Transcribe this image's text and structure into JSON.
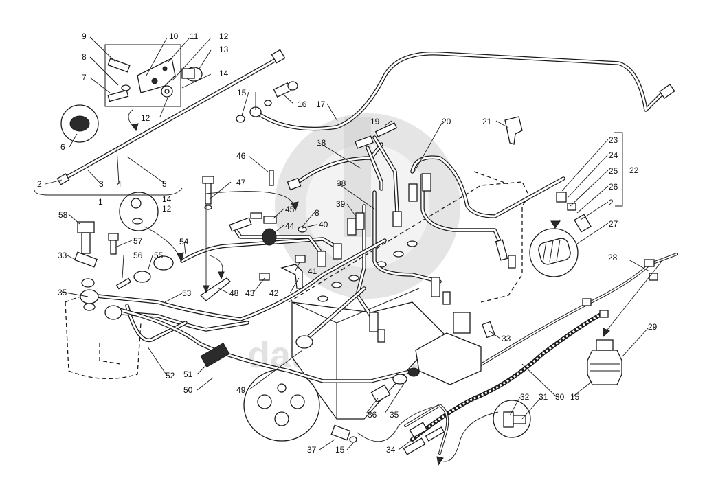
{
  "diagram": {
    "watermark_text": "data-parts",
    "callouts": [
      {
        "id": "c9",
        "text": "9"
      },
      {
        "id": "c10",
        "text": "10"
      },
      {
        "id": "c11",
        "text": "11"
      },
      {
        "id": "c12a",
        "text": "12"
      },
      {
        "id": "c13",
        "text": "13"
      },
      {
        "id": "c8a",
        "text": "8"
      },
      {
        "id": "c14a",
        "text": "14"
      },
      {
        "id": "c7",
        "text": "7"
      },
      {
        "id": "c12b",
        "text": "12"
      },
      {
        "id": "c6",
        "text": "6"
      },
      {
        "id": "c2a",
        "text": "2"
      },
      {
        "id": "c3",
        "text": "3"
      },
      {
        "id": "c4",
        "text": "4"
      },
      {
        "id": "c5",
        "text": "5"
      },
      {
        "id": "c1",
        "text": "1"
      },
      {
        "id": "c15a",
        "text": "15"
      },
      {
        "id": "c16",
        "text": "16"
      },
      {
        "id": "c17",
        "text": "17"
      },
      {
        "id": "c19",
        "text": "19"
      },
      {
        "id": "c20",
        "text": "20"
      },
      {
        "id": "c21",
        "text": "21"
      },
      {
        "id": "c18",
        "text": "18"
      },
      {
        "id": "c23",
        "text": "23"
      },
      {
        "id": "c24",
        "text": "24"
      },
      {
        "id": "c25",
        "text": "25"
      },
      {
        "id": "c22",
        "text": "22"
      },
      {
        "id": "c26",
        "text": "26"
      },
      {
        "id": "c2b",
        "text": "2"
      },
      {
        "id": "c27",
        "text": "27"
      },
      {
        "id": "c46",
        "text": "46"
      },
      {
        "id": "c47",
        "text": "47"
      },
      {
        "id": "c38",
        "text": "38"
      },
      {
        "id": "c14b",
        "text": "14"
      },
      {
        "id": "c12c",
        "text": "12"
      },
      {
        "id": "c45",
        "text": "45"
      },
      {
        "id": "c8b",
        "text": "8"
      },
      {
        "id": "c39",
        "text": "39"
      },
      {
        "id": "c44",
        "text": "44"
      },
      {
        "id": "c40",
        "text": "40"
      },
      {
        "id": "c58",
        "text": "58"
      },
      {
        "id": "c57",
        "text": "57"
      },
      {
        "id": "c54",
        "text": "54"
      },
      {
        "id": "c33a",
        "text": "33"
      },
      {
        "id": "c56",
        "text": "56"
      },
      {
        "id": "c55",
        "text": "55"
      },
      {
        "id": "c41",
        "text": "41"
      },
      {
        "id": "c35a",
        "text": "35"
      },
      {
        "id": "c43",
        "text": "43"
      },
      {
        "id": "c42",
        "text": "42"
      },
      {
        "id": "c48",
        "text": "48"
      },
      {
        "id": "c53",
        "text": "53"
      },
      {
        "id": "c28",
        "text": "28"
      },
      {
        "id": "c29",
        "text": "29"
      },
      {
        "id": "c33b",
        "text": "33"
      },
      {
        "id": "c52",
        "text": "52"
      },
      {
        "id": "c51",
        "text": "51"
      },
      {
        "id": "c50",
        "text": "50"
      },
      {
        "id": "c49",
        "text": "49"
      },
      {
        "id": "c32",
        "text": "32"
      },
      {
        "id": "c31",
        "text": "31"
      },
      {
        "id": "c30",
        "text": "30"
      },
      {
        "id": "c15b",
        "text": "15"
      },
      {
        "id": "c36",
        "text": "36"
      },
      {
        "id": "c35b",
        "text": "35"
      },
      {
        "id": "c37",
        "text": "37"
      },
      {
        "id": "c15c",
        "text": "15"
      },
      {
        "id": "c34",
        "text": "34"
      }
    ]
  }
}
